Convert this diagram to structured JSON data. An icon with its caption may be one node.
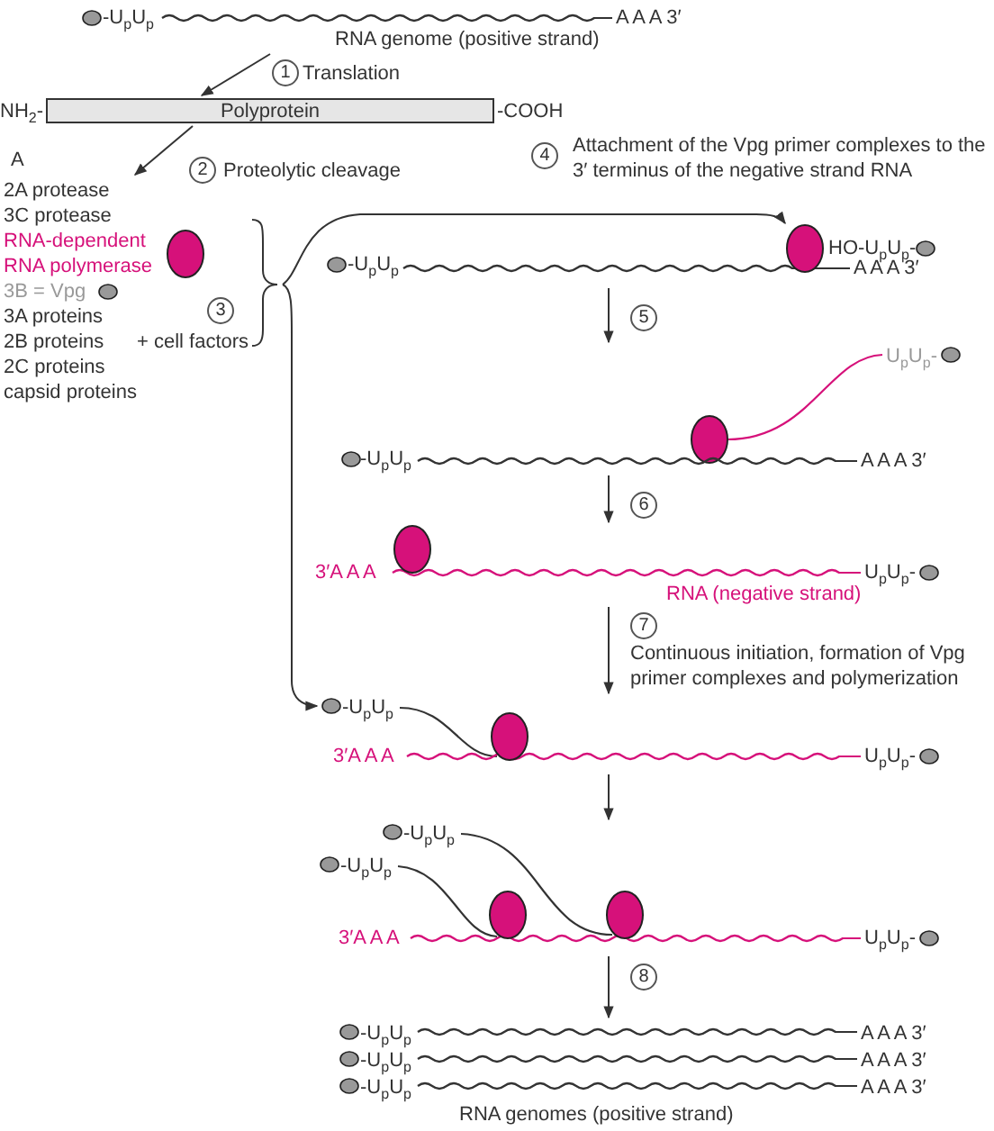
{
  "diagram": {
    "nodes": [
      {
        "text": [
          "-U$_{p}$U$_{p}$",
          "A A A 3′"
        ],
        "beside": [
          "RNA genome (positive strand)"
        ]
      },
      {
        "text": [
          "Polyprotein"
        ],
        "beside": [
          "NH$_{2}$-",
          "-COOH"
        ]
      },
      {
        "text": [
          "2A protease",
          "3C protease",
          "RNA-dependent RNA polymerase",
          "3B = Vpg",
          "3A proteins",
          "2B proteins",
          "2C proteins",
          "capsid proteins",
          "+ cell factors"
        ]
      },
      {
        "text": [
          "-U$_{p}$U$_{p}$",
          "HO-U$_{p}$U$_{p}$-",
          "A A A 3′"
        ]
      },
      {
        "text": [
          "U$_{p}$U$_{p}$-",
          "-U$_{p}$U$_{p}$",
          "A A A 3′"
        ]
      },
      {
        "text": [
          "3′A A A",
          "U$_{p}$U$_{p}$-",
          "RNA (negative strand)"
        ]
      },
      {
        "text": [
          "-U$_{p}$U$_{p}$",
          "3′A A A",
          "U$_{p}$U$_{p}$-"
        ]
      },
      {
        "text": [
          "-U$_{p}$U$_{p}$",
          "-U$_{p}$U$_{p}$",
          "3′A A A",
          "U$_{p}$U$_{p}$-"
        ]
      },
      {
        "text": [
          "-U$_{p}$U$_{p}$",
          "A A A 3′",
          "-U$_{p}$U$_{p}$",
          "A A A 3′",
          "-U$_{p}$U$_{p}$",
          "A A A 3′"
        ],
        "beside": [
          "RNA genomes (positive strand)"
        ]
      }
    ],
    "edges": [
      {
        "from": 0,
        "to": 1,
        "arrow": "to"
      },
      {
        "from": 1,
        "to": 2,
        "arrow": "to"
      },
      {
        "from": 2,
        "to": 3,
        "arrow": "to"
      },
      {
        "from": 2,
        "to": 6,
        "arrow": "to"
      },
      {
        "from": 3,
        "to": 4,
        "arrow": "to"
      },
      {
        "from": 4,
        "to": 5,
        "arrow": "to"
      },
      {
        "from": 5,
        "to": 6,
        "arrow": "to"
      },
      {
        "from": 6,
        "to": 7,
        "arrow": "to"
      },
      {
        "from": 7,
        "to": 8,
        "arrow": "to"
      }
    ],
    "labels": [
      "A",
      "1",
      "Translation",
      "2",
      "Proteolytic cleavage",
      "3",
      "4",
      "Attachment of the Vpg primer complexes to the 3′ terminus of the negative strand RNA",
      "5",
      "6",
      "7",
      "Continuous initiation, formation of Vpg primer complexes and polymerization",
      "8"
    ]
  }
}
